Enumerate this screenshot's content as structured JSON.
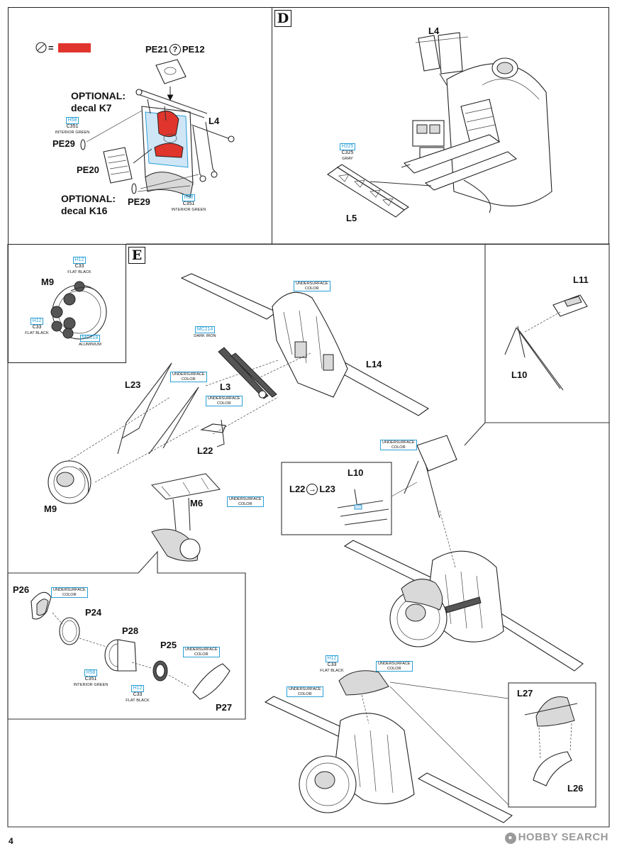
{
  "page_number": "4",
  "watermark": "HOBBY SEARCH",
  "legend": {
    "swatch_color": "#e0352c",
    "equals": "="
  },
  "colors": {
    "paint_code": "#2a9fd6",
    "red_part": "#e0352c",
    "line": "#222222"
  },
  "step_d": {
    "letter": "D",
    "pe21": "PE21",
    "pe12": "PE12",
    "question": "?",
    "optional_k7": "OPTIONAL:\ndecal K7",
    "optional_k16": "OPTIONAL:\ndecal K16",
    "pe29_upper": "PE29",
    "pe29_lower": "PE29",
    "pe20": "PE20",
    "l4_left": "L4",
    "l4_right": "L4",
    "l5": "L5",
    "paint_h58_a": {
      "code": "H58",
      "mr": "C351",
      "name": "INTERIOR GREEN"
    },
    "paint_h58_b": {
      "code": "H58",
      "mr": "C351",
      "name": "INTERIOR GREEN"
    },
    "paint_h325": {
      "code": "H325",
      "mr": "C325",
      "name": "GRAY"
    }
  },
  "step_e": {
    "letter": "E",
    "m9_top": "M9",
    "m9_bottom": "M9",
    "paint_h12_a": {
      "code": "H12",
      "mr": "C33",
      "name": "FLAT BLACK"
    },
    "paint_h12_b": {
      "code": "H12",
      "mr": "C33",
      "name": "FLAT BLACK"
    },
    "paint_mc218": {
      "code": "MC218",
      "name": "ALUMINIUM"
    },
    "paint_mc214": {
      "code": "MC214",
      "name": "DARK IRON"
    },
    "undersurface": "UNDERSURFACE\nCOLOR",
    "l11": "L11",
    "l10": "L10",
    "l14": "L14",
    "l23": "L23",
    "l3": "L3",
    "l22": "L22",
    "m6": "M6",
    "inset_l10": "L10",
    "inset_l22": "L22",
    "inset_l23": "L23",
    "p26": "P26",
    "p24": "P24",
    "p28": "P28",
    "p25": "P25",
    "p27": "P27",
    "paint_h58_c": {
      "code": "H58",
      "mr": "C351",
      "name": "INTERIOR GREEN"
    },
    "paint_h12_c": {
      "code": "H12",
      "mr": "C33",
      "name": "FLAT BLACK"
    },
    "paint_h12_d": {
      "code": "H12",
      "mr": "C33",
      "name": "FLAT BLACK"
    },
    "l27": "L27",
    "l26": "L26"
  }
}
